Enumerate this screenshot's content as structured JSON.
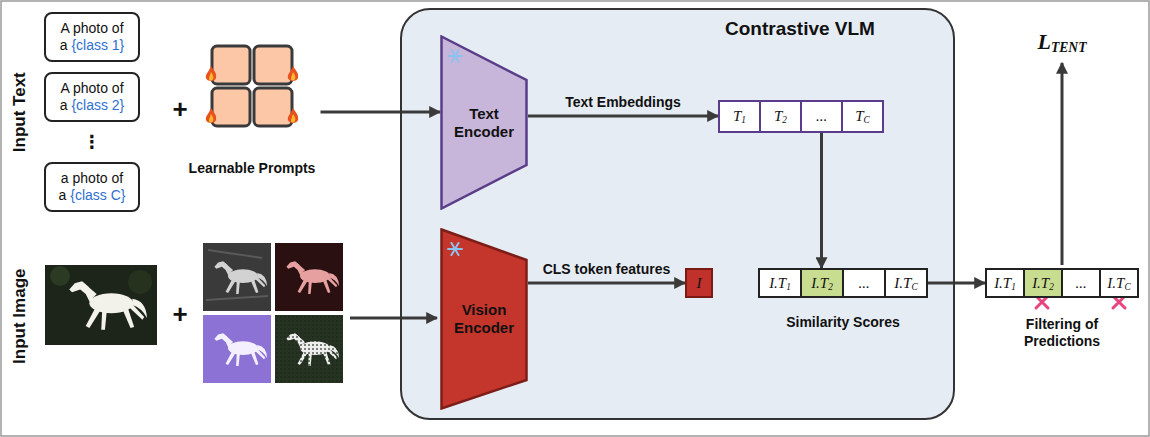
{
  "diagram": {
    "nodes": [
      {
        "text": [
          "A photo of a {class 1}"
        ]
      },
      {
        "text": [
          "A photo of a {class 2}"
        ]
      },
      {
        "text": [
          "a photo of a {class C}"
        ]
      },
      {
        "text": [
          "Learnable Prompts"
        ]
      },
      {
        "text": [
          "Contrastive VLM"
        ]
      },
      {
        "text": [
          "Text Encoder"
        ],
        "in": 4
      },
      {
        "text": [
          "Vision Encoder"
        ],
        "in": 4
      },
      {
        "text": [
          "T1"
        ],
        "in": 4
      },
      {
        "text": [
          "T2"
        ],
        "in": 4
      },
      {
        "text": [
          "..."
        ],
        "in": 4
      },
      {
        "text": [
          "TC"
        ],
        "in": 4
      },
      {
        "text": [
          "I"
        ],
        "in": 4
      },
      {
        "text": [
          "I.T1"
        ],
        "in": 4
      },
      {
        "text": [
          "I.T2"
        ],
        "in": 4
      },
      {
        "text": [
          "..."
        ],
        "in": 4
      },
      {
        "text": [
          "I.TC"
        ],
        "in": 4
      },
      {
        "text": [
          "I.T1"
        ]
      },
      {
        "text": [
          "I.T2"
        ]
      },
      {
        "text": [
          "..."
        ]
      },
      {
        "text": [
          "I.TC"
        ]
      }
    ],
    "edges": [
      {
        "from": 3,
        "to": 5,
        "arrow": "to"
      },
      {
        "from": 5,
        "to": 7,
        "label": "Text Embeddings",
        "arrow": "to"
      },
      {
        "from": 6,
        "to": 11,
        "label": "CLS token features",
        "arrow": "to"
      },
      {
        "from": 9,
        "to": 13,
        "arrow": "to"
      },
      {
        "from": 15,
        "to": 16,
        "arrow": "to"
      }
    ],
    "labels": [
      "Input Text",
      "+",
      "⋮",
      "Input Image",
      "+",
      "Similarity Scores",
      "Filtering of Predictions",
      "LTENT"
    ]
  }
}
